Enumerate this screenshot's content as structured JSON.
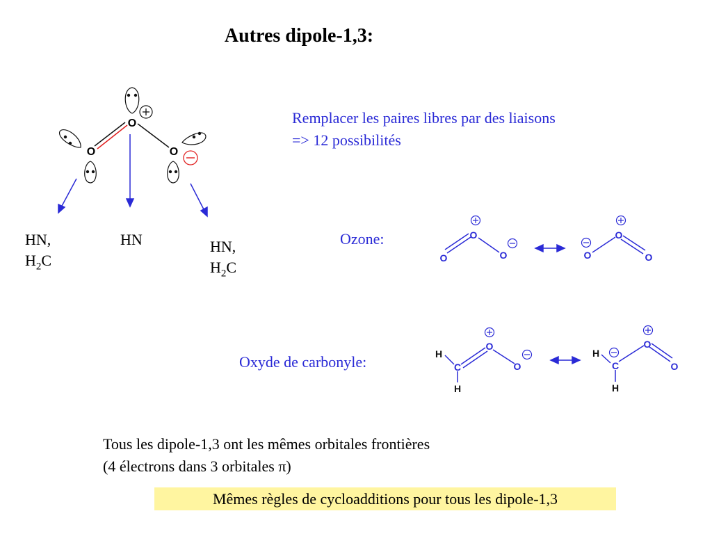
{
  "slide": {
    "title": "Autres dipole-1,3:",
    "remark": {
      "line1": "Remplacer les paires libres par des liaisons",
      "line2": "=> 12 possibilités"
    },
    "substituents": {
      "left": {
        "line1": "HN,",
        "h": "H",
        "sub": "2",
        "c": "C"
      },
      "middle": "HN",
      "right": {
        "line1": "HN,",
        "h": "H",
        "sub": "2",
        "c": "C"
      }
    },
    "examples": {
      "ozone_label": "Ozone:",
      "carbonyl_label": "Oxyde de carbonyle:"
    },
    "atoms": {
      "oxygen": "O",
      "carbon": "C",
      "hydrogen": "H"
    },
    "footer": {
      "line1": "Tous les dipole-1,3 ont les mêmes orbitales frontières",
      "line2": "(4 électrons dans 3 orbitales π)",
      "highlight": "Mêmes règles de cycloadditions pour tous les dipole-1,3"
    },
    "colors": {
      "text_blue": "#2a2ad6",
      "bond_red": "#e02020",
      "highlight_bg": "#fff5a0"
    },
    "icons": [
      "plus-charge-icon",
      "minus-charge-icon",
      "resonance-arrow-icon",
      "lone-pair-orbital-icon"
    ]
  }
}
